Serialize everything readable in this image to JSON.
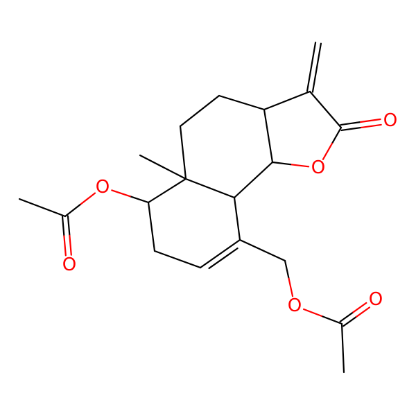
{
  "structure": {
    "background_color": "#ffffff",
    "bond_color": "#000000",
    "heteroatom_color": "#ff0000",
    "atoms": [
      {
        "id": "ch2_exo",
        "element": "C"
      },
      {
        "id": "c_methylene",
        "element": "C"
      },
      {
        "id": "c_lactone_co",
        "element": "C"
      },
      {
        "id": "o_lactone_carbonyl",
        "element": "O",
        "label": "O"
      },
      {
        "id": "o_lactone_ring",
        "element": "O",
        "label": "O"
      },
      {
        "id": "c_ring_junction_o",
        "element": "C"
      },
      {
        "id": "c_ring_junction_top",
        "element": "C"
      },
      {
        "id": "c_ring_top_a",
        "element": "C"
      },
      {
        "id": "c_ring_top_b",
        "element": "C"
      },
      {
        "id": "c_quaternary",
        "element": "C"
      },
      {
        "id": "c_methyl",
        "element": "C"
      },
      {
        "id": "c_ring_fusion",
        "element": "C"
      },
      {
        "id": "c_olefin_sub",
        "element": "C"
      },
      {
        "id": "c_olefin_h",
        "element": "C"
      },
      {
        "id": "c_allylic",
        "element": "C"
      },
      {
        "id": "c_acetoxy_ch",
        "element": "C"
      },
      {
        "id": "o_ester_left",
        "element": "O",
        "label": "O"
      },
      {
        "id": "c_acyl_left",
        "element": "C"
      },
      {
        "id": "o_carbonyl_left",
        "element": "O",
        "label": "O"
      },
      {
        "id": "c_methyl_left",
        "element": "C"
      },
      {
        "id": "c_ch2_o",
        "element": "C"
      },
      {
        "id": "o_ester_right",
        "element": "O",
        "label": "O"
      },
      {
        "id": "c_acyl_right",
        "element": "C"
      },
      {
        "id": "o_carbonyl_right",
        "element": "O",
        "label": "O"
      },
      {
        "id": "c_methyl_right",
        "element": "C"
      }
    ],
    "bonds": [
      {
        "from": "ch2_exo",
        "to": "c_methylene",
        "order": 2
      },
      {
        "from": "c_methylene",
        "to": "c_lactone_co",
        "order": 1
      },
      {
        "from": "c_methylene",
        "to": "c_ring_junction_top",
        "order": 1
      },
      {
        "from": "c_lactone_co",
        "to": "o_lactone_carbonyl",
        "order": 2
      },
      {
        "from": "c_lactone_co",
        "to": "o_lactone_ring",
        "order": 1
      },
      {
        "from": "o_lactone_ring",
        "to": "c_ring_junction_o",
        "order": 1
      },
      {
        "from": "c_ring_junction_o",
        "to": "c_ring_junction_top",
        "order": 1
      },
      {
        "from": "c_ring_junction_top",
        "to": "c_ring_top_a",
        "order": 1
      },
      {
        "from": "c_ring_top_a",
        "to": "c_ring_top_b",
        "order": 1
      },
      {
        "from": "c_ring_top_b",
        "to": "c_quaternary",
        "order": 1
      },
      {
        "from": "c_quaternary",
        "to": "c_methyl",
        "order": 1
      },
      {
        "from": "c_quaternary",
        "to": "c_ring_fusion",
        "order": 1
      },
      {
        "from": "c_ring_fusion",
        "to": "c_ring_junction_o",
        "order": 1
      },
      {
        "from": "c_ring_fusion",
        "to": "c_olefin_sub",
        "order": 1
      },
      {
        "from": "c_olefin_sub",
        "to": "c_olefin_h",
        "order": 2
      },
      {
        "from": "c_olefin_h",
        "to": "c_allylic",
        "order": 1
      },
      {
        "from": "c_allylic",
        "to": "c_acetoxy_ch",
        "order": 1
      },
      {
        "from": "c_acetoxy_ch",
        "to": "c_quaternary",
        "order": 1
      },
      {
        "from": "c_acetoxy_ch",
        "to": "o_ester_left",
        "order": 1
      },
      {
        "from": "o_ester_left",
        "to": "c_acyl_left",
        "order": 1
      },
      {
        "from": "c_acyl_left",
        "to": "o_carbonyl_left",
        "order": 2
      },
      {
        "from": "c_acyl_left",
        "to": "c_methyl_left",
        "order": 1
      },
      {
        "from": "c_olefin_sub",
        "to": "c_ch2_o",
        "order": 1
      },
      {
        "from": "c_ch2_o",
        "to": "o_ester_right",
        "order": 1
      },
      {
        "from": "o_ester_right",
        "to": "c_acyl_right",
        "order": 1
      },
      {
        "from": "c_acyl_right",
        "to": "o_carbonyl_right",
        "order": 2
      },
      {
        "from": "c_acyl_right",
        "to": "c_methyl_right",
        "order": 1
      }
    ]
  }
}
